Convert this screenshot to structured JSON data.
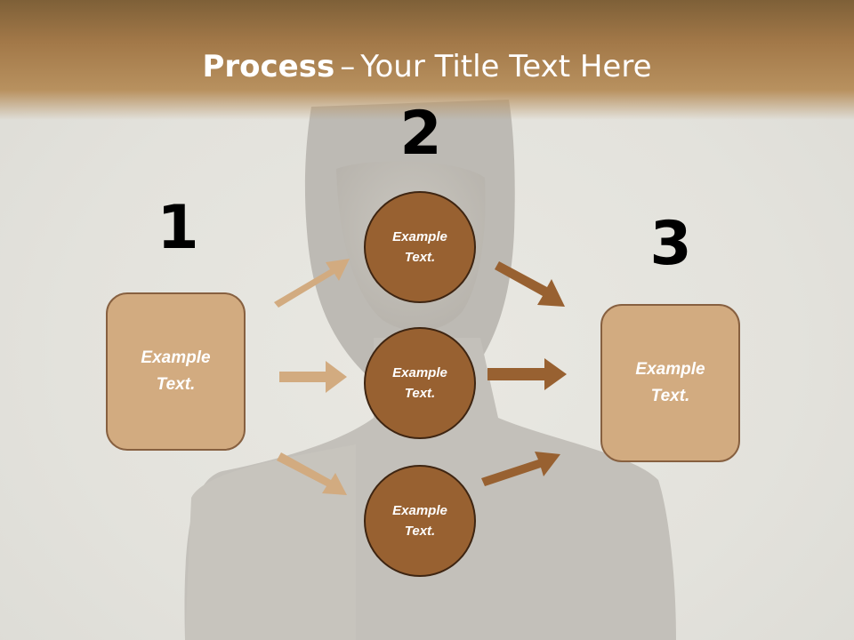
{
  "title": {
    "bold": "Process",
    "dash": "–",
    "rest": "Your Title Text Here"
  },
  "steps": {
    "one": "1",
    "two": "2",
    "three": "3"
  },
  "left_box": {
    "text": "Example Text."
  },
  "circles": [
    {
      "text": "Example Text."
    },
    {
      "text": "Example Text."
    },
    {
      "text": "Example Text."
    }
  ],
  "right_box": {
    "text": "Example Text."
  },
  "colors": {
    "title_bar": "#a27848",
    "box_fill": "#d2ab80",
    "circle_fill": "#986131",
    "arrow_light": "#d2ab80",
    "arrow_dark": "#986131"
  }
}
